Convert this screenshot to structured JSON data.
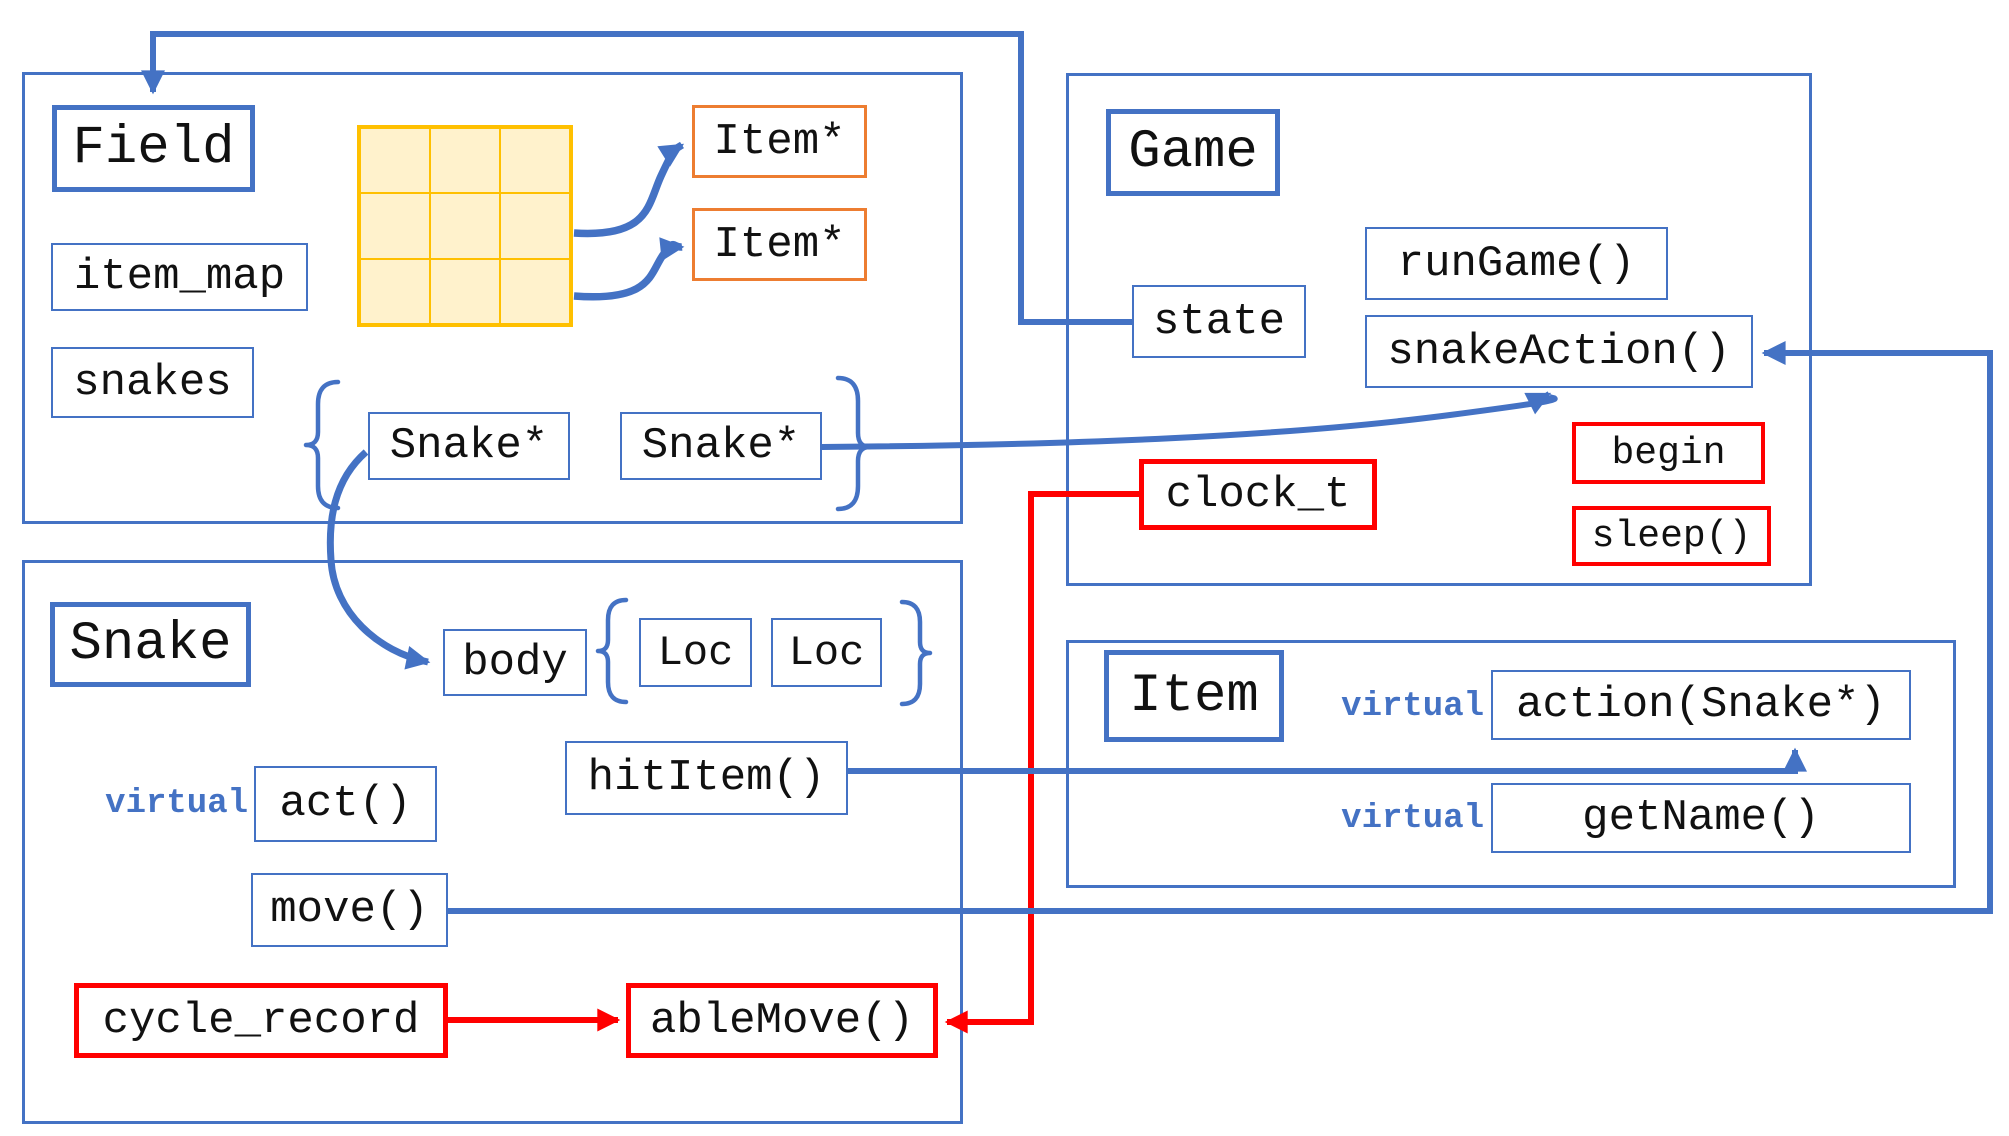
{
  "colors": {
    "accent_blue": "#4472C4",
    "accent_red": "#FF0000",
    "accent_orange": "#ED7D31",
    "grid_line": "#FFC000",
    "grid_fill": "#FFF2CC",
    "text": "#111111"
  },
  "field": {
    "title": "Field",
    "item_map": "item_map",
    "snakes": "snakes",
    "item_ptr_1": "Item*",
    "item_ptr_2": "Item*",
    "snake_ptr_1": "Snake*",
    "snake_ptr_2": "Snake*"
  },
  "game": {
    "title": "Game",
    "state": "state",
    "run_game": "runGame()",
    "snake_action": "snakeAction()",
    "begin": "begin",
    "sleep": "sleep()",
    "clock_t": "clock_t"
  },
  "snake": {
    "title": "Snake",
    "body": "body",
    "loc_1": "Loc",
    "loc_2": "Loc",
    "virtual_kw": "virtual",
    "act": "act()",
    "hit_item": "hitItem()",
    "move": "move()",
    "cycle_record": "cycle_record",
    "able_move": "ableMove()"
  },
  "item": {
    "title": "Item",
    "virtual_kw_action": "virtual",
    "action": "action(Snake*)",
    "virtual_kw_get_name": "virtual",
    "get_name": "getName()"
  }
}
